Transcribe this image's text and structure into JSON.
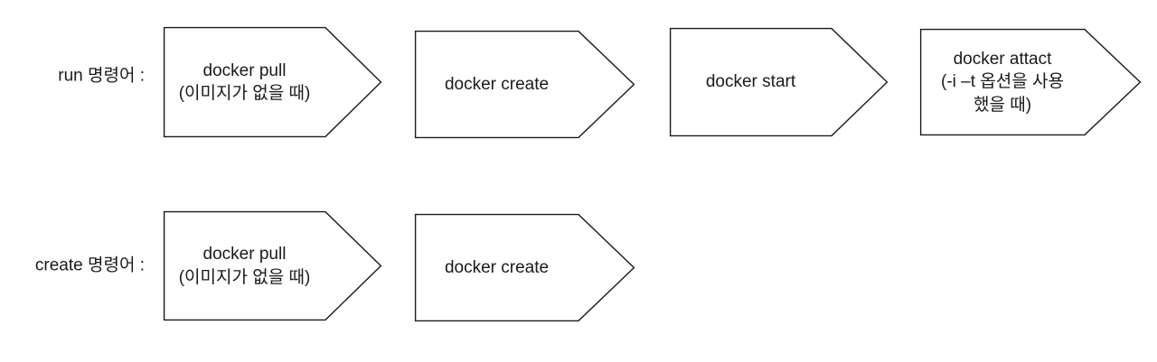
{
  "diagram": {
    "type": "flow-chevron-diagram",
    "background_color": "#ffffff",
    "stroke_color": "#1a1a1a",
    "fill_color": "#ffffff",
    "rows": [
      {
        "id": "run-command-row",
        "label": "run 명령어 :",
        "steps": [
          {
            "id": "run-step-docker-pull",
            "lines": [
              "docker pull",
              "(이미지가 없을 때)"
            ]
          },
          {
            "id": "run-step-docker-create",
            "lines": [
              "docker create"
            ]
          },
          {
            "id": "run-step-docker-start",
            "lines": [
              "docker start"
            ]
          },
          {
            "id": "run-step-docker-attact",
            "lines": [
              "docker attact",
              "(-i –t 옵션을 사용",
              "했을 때)"
            ]
          }
        ]
      },
      {
        "id": "create-command-row",
        "label": "create 명령어 :",
        "steps": [
          {
            "id": "create-step-docker-pull",
            "lines": [
              "docker pull",
              "(이미지가 없을 때)"
            ]
          },
          {
            "id": "create-step-docker-create",
            "lines": [
              "docker create"
            ]
          }
        ]
      }
    ]
  }
}
